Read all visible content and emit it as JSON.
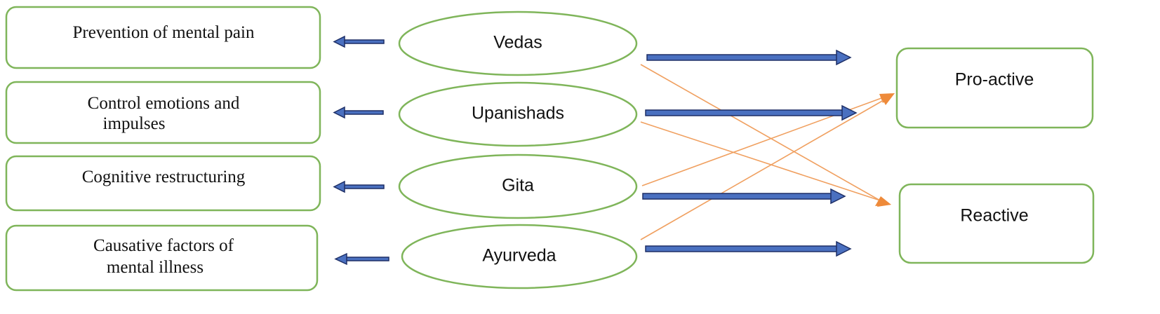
{
  "outcomes": [
    {
      "id": "prevention",
      "lines": [
        "Prevention of mental pain"
      ]
    },
    {
      "id": "control",
      "lines": [
        "Control emotions and",
        "impulses"
      ]
    },
    {
      "id": "cognitive",
      "lines": [
        "Cognitive restructuring"
      ]
    },
    {
      "id": "causative",
      "lines": [
        "Causative factors of",
        "mental illness"
      ]
    }
  ],
  "sources": [
    {
      "id": "vedas",
      "label": "Vedas"
    },
    {
      "id": "upanishads",
      "label": "Upanishads"
    },
    {
      "id": "gita",
      "label": "Gita"
    },
    {
      "id": "ayurveda",
      "label": "Ayurveda"
    }
  ],
  "approaches": [
    {
      "id": "proactive",
      "label": "Pro-active"
    },
    {
      "id": "reactive",
      "label": "Reactive"
    }
  ],
  "cross_links": [
    {
      "from": "vedas",
      "to": "reactive"
    },
    {
      "from": "upanishads",
      "to": "reactive"
    },
    {
      "from": "gita",
      "to": "proactive"
    },
    {
      "from": "ayurveda",
      "to": "proactive"
    }
  ],
  "colors": {
    "node_border": "#7fb55a",
    "blue_arrow": "#4a70c0",
    "orange_arrow": "#ee8a3a"
  }
}
